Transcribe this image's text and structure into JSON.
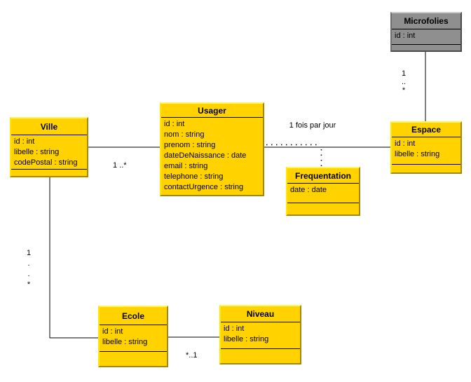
{
  "diagram": {
    "classes": {
      "microfolies": {
        "title": "Microfolies",
        "attributes": [
          "id : int"
        ]
      },
      "espace": {
        "title": "Espace",
        "attributes": [
          "id : int",
          "libelle : string"
        ]
      },
      "usager": {
        "title": "Usager",
        "attributes": [
          "id : int",
          "nom : string",
          "prenom : string",
          "dateDeNaissance : date",
          "email : string",
          "telephone : string",
          "contactUrgence : string"
        ]
      },
      "ville": {
        "title": "Ville",
        "attributes": [
          "id : int",
          "libelle : string",
          "codePostal : string"
        ]
      },
      "frequentation": {
        "title": "Frequentation",
        "attributes": [
          "date : date"
        ]
      },
      "ecole": {
        "title": "Ecole",
        "attributes": [
          "id : int",
          "libelle : string"
        ]
      },
      "niveau": {
        "title": "Niveau",
        "attributes": [
          "id : int",
          "libelle : string"
        ]
      }
    },
    "labels": {
      "ville_usager_multiplicity": "1 ..*",
      "usager_espace_association_name": "1 fois par jour",
      "ecole_niveau_multiplicity": "*..1",
      "microfolies_espace_multiplicity_lines": [
        "1",
        "..",
        "*"
      ],
      "ville_ecole_multiplicity_lines": [
        "1",
        ".",
        ".",
        "*"
      ]
    },
    "colors": {
      "class_fill": "#FFD200",
      "class_highlight": "#FFF463",
      "class_shadow": "#A58700",
      "gray_class_fill": "#8F8F8F",
      "line_color": "#000000"
    }
  }
}
